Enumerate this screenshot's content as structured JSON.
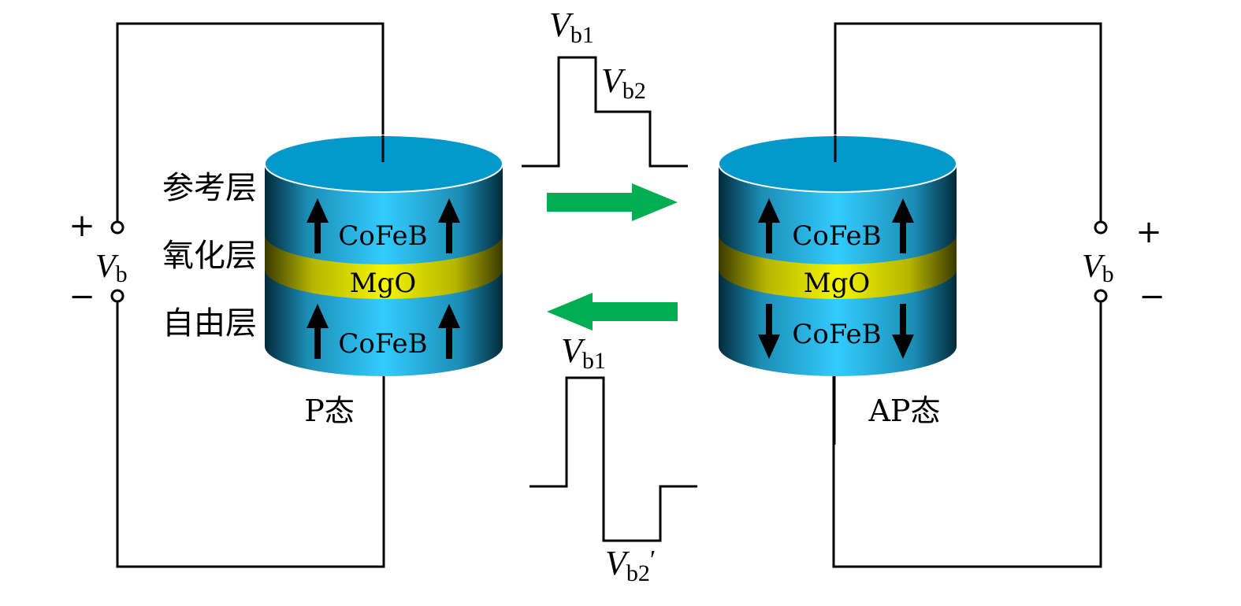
{
  "figure": {
    "description": "MTJ parallel/antiparallel switching with voltage pulses",
    "colors": {
      "cylinder_top": "#0399CC",
      "cylinder_side_light": "#33CCFF",
      "cylinder_side_dark": "#022A3A",
      "mgo_light": "#F5F500",
      "mgo_dark": "#3A3A00",
      "arrow_green": "#00AD50",
      "wire": "#000000"
    }
  },
  "left_device": {
    "state_label": "P态",
    "layer_labels": {
      "reference": "参考层",
      "oxide": "氧化层",
      "free": "自由层"
    },
    "top_layer": {
      "material": "CoFeB",
      "magnetization": "up"
    },
    "barrier": {
      "material": "MgO"
    },
    "bottom_layer": {
      "material": "CoFeB",
      "magnetization": "up"
    },
    "source": {
      "symbol": "V",
      "subscript": "b",
      "plus": "+",
      "minus": "−"
    }
  },
  "right_device": {
    "state_label": "AP态",
    "top_layer": {
      "material": "CoFeB",
      "magnetization": "up"
    },
    "barrier": {
      "material": "MgO"
    },
    "bottom_layer": {
      "material": "CoFeB",
      "magnetization": "down"
    },
    "source": {
      "symbol": "V",
      "subscript": "b",
      "plus": "+",
      "minus": "−"
    }
  },
  "transitions": [
    {
      "direction": "P→AP",
      "pulse": [
        {
          "symbol": "V",
          "subscript": "b1",
          "prime": ""
        },
        {
          "symbol": "V",
          "subscript": "b2",
          "prime": ""
        }
      ]
    },
    {
      "direction": "AP→P",
      "pulse": [
        {
          "symbol": "V",
          "subscript": "b1",
          "prime": ""
        },
        {
          "symbol": "V",
          "subscript": "b2",
          "prime": "′"
        }
      ]
    }
  ]
}
